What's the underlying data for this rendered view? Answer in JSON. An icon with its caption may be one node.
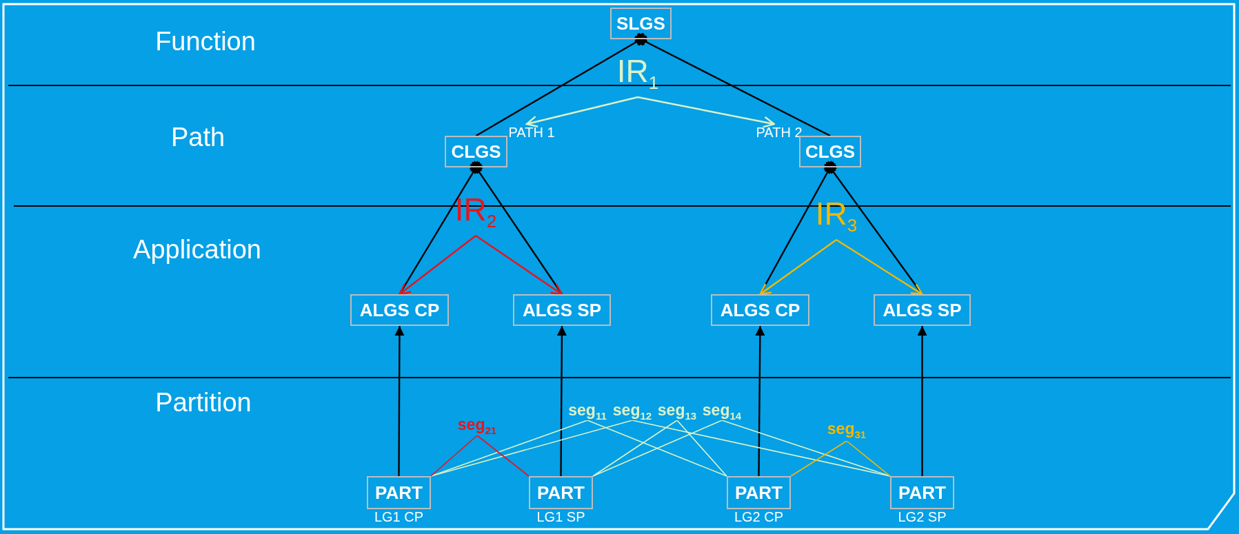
{
  "diagram": {
    "nodes": [
      {
        "text": [
          "SLGS"
        ]
      },
      {
        "text": [
          "IR$_{1}$"
        ]
      },
      {
        "text": [
          "PATH 1"
        ]
      },
      {
        "text": [
          "CLGS"
        ]
      },
      {
        "text": [
          "PATH 2"
        ]
      },
      {
        "text": [
          "CLGS"
        ]
      },
      {
        "text": [
          "IR$_{2}$"
        ]
      },
      {
        "text": [
          "IR$_{3}$"
        ]
      },
      {
        "text": [
          "ALGS CP"
        ]
      },
      {
        "text": [
          "ALGS SP"
        ]
      },
      {
        "text": [
          "ALGS CP"
        ]
      },
      {
        "text": [
          "ALGS SP"
        ]
      },
      {
        "text": [
          "seg$_{11}$"
        ]
      },
      {
        "text": [
          "seg$_{12}$"
        ]
      },
      {
        "text": [
          "seg$_{13}$"
        ]
      },
      {
        "text": [
          "seg$_{14}$"
        ]
      },
      {
        "text": [
          "seg$_{21}$"
        ]
      },
      {
        "text": [
          "seg$_{31}$"
        ]
      },
      {
        "text": [
          "PART"
        ],
        "beside": [
          "LG1 CP"
        ]
      },
      {
        "text": [
          "PART"
        ],
        "beside": [
          "LG1 SP"
        ]
      },
      {
        "text": [
          "PART"
        ],
        "beside": [
          "LG2 CP"
        ]
      },
      {
        "text": [
          "PART"
        ],
        "beside": [
          "LG2 SP"
        ]
      }
    ],
    "edges": [
      {
        "from": 0,
        "to": 3,
        "arrow": "other"
      },
      {
        "from": 0,
        "to": 5,
        "arrow": "other"
      },
      {
        "from": 1,
        "to": 2,
        "arrow": "to",
        "color": "#dcf2c8"
      },
      {
        "from": 1,
        "to": 4,
        "arrow": "to",
        "color": "#dcf2c8"
      },
      {
        "from": 3,
        "to": 8,
        "arrow": "other"
      },
      {
        "from": 3,
        "to": 9,
        "arrow": "other"
      },
      {
        "from": 5,
        "to": 10,
        "arrow": "other"
      },
      {
        "from": 5,
        "to": 11,
        "arrow": "other"
      },
      {
        "from": 6,
        "to": 8,
        "arrow": "to",
        "color": "#e8141c"
      },
      {
        "from": 6,
        "to": 9,
        "arrow": "to",
        "color": "#e8141c"
      },
      {
        "from": 7,
        "to": 10,
        "arrow": "to",
        "color": "#f5b800"
      },
      {
        "from": 7,
        "to": 11,
        "arrow": "to",
        "color": "#f5b800"
      },
      {
        "from": 18,
        "to": 8,
        "arrow": "to"
      },
      {
        "from": 19,
        "to": 9,
        "arrow": "to"
      },
      {
        "from": 20,
        "to": 10,
        "arrow": "to"
      },
      {
        "from": 21,
        "to": 11,
        "arrow": "to"
      },
      {
        "from": 12,
        "to": 18,
        "arrow": "none",
        "color": "#dcf2c8"
      },
      {
        "from": 12,
        "to": 20,
        "arrow": "none",
        "color": "#dcf2c8"
      },
      {
        "from": 13,
        "to": 18,
        "arrow": "none",
        "color": "#dcf2c8"
      },
      {
        "from": 13,
        "to": 21,
        "arrow": "none",
        "color": "#dcf2c8"
      },
      {
        "from": 14,
        "to": 19,
        "arrow": "none",
        "color": "#dcf2c8"
      },
      {
        "from": 14,
        "to": 20,
        "arrow": "none",
        "color": "#dcf2c8"
      },
      {
        "from": 15,
        "to": 19,
        "arrow": "none",
        "color": "#dcf2c8"
      },
      {
        "from": 15,
        "to": 21,
        "arrow": "none",
        "color": "#dcf2c8"
      },
      {
        "from": 16,
        "to": 18,
        "arrow": "none",
        "color": "#e8141c"
      },
      {
        "from": 16,
        "to": 19,
        "arrow": "none",
        "color": "#e8141c"
      },
      {
        "from": 17,
        "to": 20,
        "arrow": "none",
        "color": "#f5b800"
      },
      {
        "from": 17,
        "to": 21,
        "arrow": "none",
        "color": "#f5b800"
      }
    ],
    "labels": [
      "Function",
      "Path",
      "Application",
      "Partition"
    ]
  }
}
